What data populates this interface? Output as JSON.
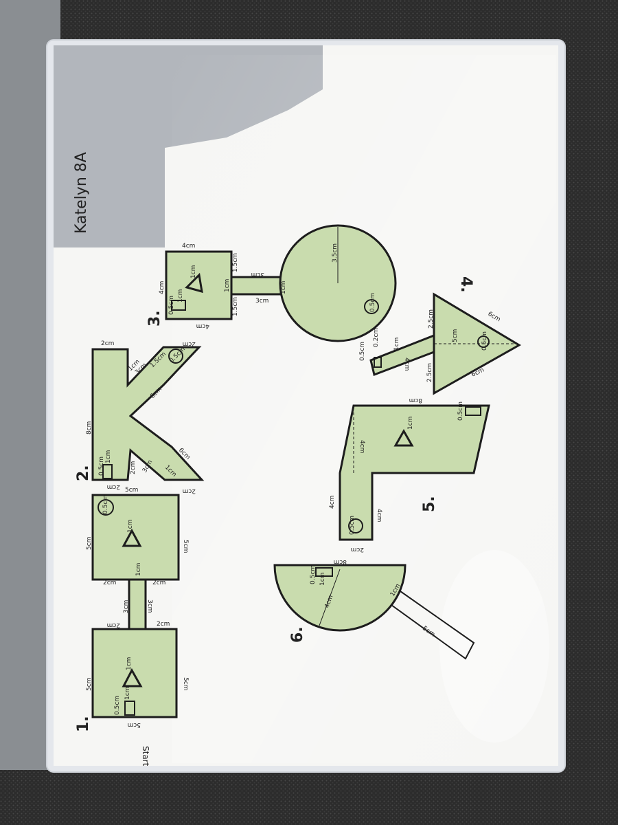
{
  "title": "Katelyn 8A",
  "start_label": "Start",
  "colors": {
    "carpet": "#2f2f2f",
    "sleeve": "#eef0f4",
    "paper": "#f7f7f5",
    "shape_fill": "#c9dcae",
    "ink": "#1d1d1d",
    "shadow": "#a9adb4"
  },
  "shape_numbers": [
    "1.",
    "2.",
    "3.",
    "4.",
    "5.",
    "6."
  ],
  "labels": {
    "s1_5cm_top": "5cm",
    "s1_5cm_left": "5cm",
    "s1_5cm_right": "5cm",
    "s1_2cm_a": "2cm",
    "s1_2cm_b": "2cm",
    "s1_1cm": "1cm",
    "s1_05cm": "0.5cm",
    "s1_1cm_tri": "1cm",
    "c1_3cm_a": "3cm",
    "c1_3cm_b": "3cm",
    "c1_1cm": "1cm",
    "s1b_2cm_a": "2cm",
    "s1b_2cm_b": "2cm",
    "s1b_5cm_left": "5cm",
    "s1b_5cm_right": "5cm",
    "s1b_5cm_bottom": "5cm",
    "s1b_1cm": "1cm",
    "s1b_05cm": "0.5cm",
    "k_2cm_bottom": "2cm",
    "k_8cm": "8cm",
    "k_2cm_top": "2cm",
    "k_2cm_a": "2cm",
    "k_3cm_a": "3cm",
    "k_1cm": "1cm",
    "k_05cm": "0.5cm",
    "k_3cm_b": "3cm",
    "k_1cm_b": "1cm",
    "k_15cm": "1.5cm",
    "k_6cm_a": "6cm",
    "k_6cm_b": "6cm",
    "k_2cm_c": "2cm",
    "k_2cm_d": "2cm",
    "k_1cm_c": "1cm",
    "k_05cm_b": "0.5cm",
    "s3_4cm_top": "4cm",
    "s3_4cm_left": "4cm",
    "s3_4cm_bottom": "4cm",
    "s3_1cm": "1cm",
    "s3_05cm": "0.5cm",
    "s3_1cm_tri": "1cm",
    "s3_1cm_b": "1cm",
    "s3_15cm_a": "1.5cm",
    "s3_15cm_b": "1.5cm",
    "s3_3cm_a": "3cm",
    "s3_3cm_b": "3cm",
    "s3_1cm_c": "1cm",
    "s3_35cm": "3.5cm",
    "s3_05cm_b": "0.5cm",
    "s4_05cm": "0.5cm",
    "s4_02cm": "0.2cm",
    "s4_1cm": "1cm",
    "s4_4cm": "4cm",
    "s4_25cm_a": "2.5cm",
    "s4_25cm_b": "2.5cm",
    "s4_5cm": "5cm",
    "s4_6cm_a": "6cm",
    "s4_6cm_b": "6cm",
    "s4_05cm_b": "0.5cm",
    "s5_8cm": "8cm",
    "s5_05cm": "0.5cm",
    "s5_1cm": "1cm",
    "s5_4cm_a": "4cm",
    "s5_4cm_b": "4cm",
    "s5_4cm_c": "4cm",
    "s5_2cm": "2cm",
    "s5_05cm_b": "0.5cm",
    "s6_8cm": "8cm",
    "s6_05cm": "0.5cm",
    "s6_1cm": "1cm",
    "s6_4cm": "4cm",
    "s6_1cm_b": "1cm",
    "s6_5cm": "5cm"
  }
}
